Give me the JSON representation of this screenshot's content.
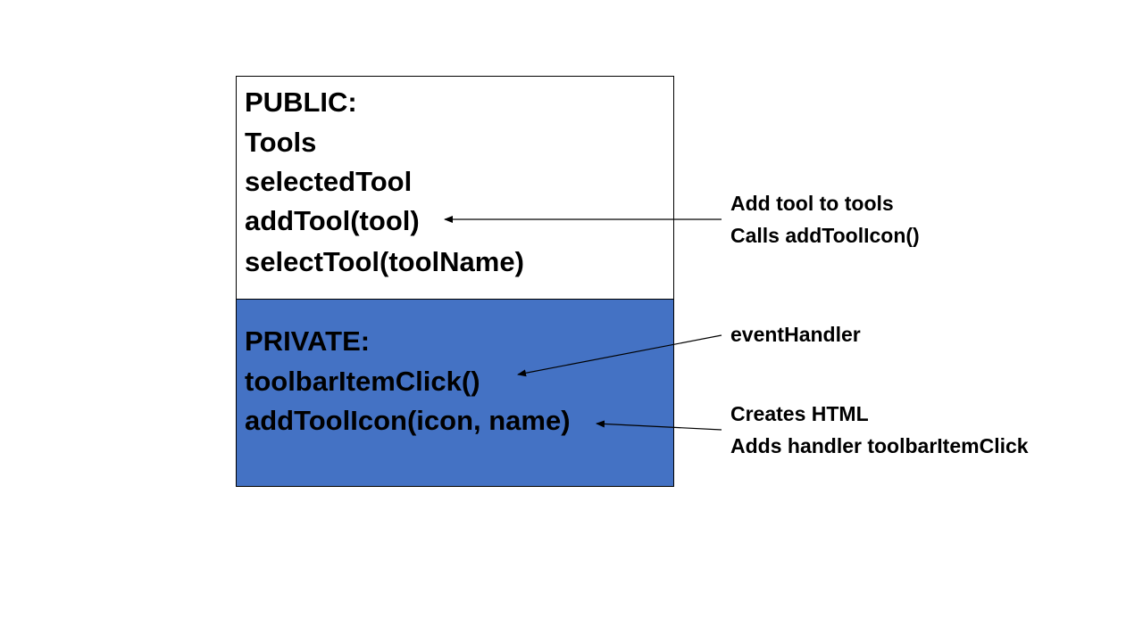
{
  "class_box": {
    "public": {
      "header": "PUBLIC:",
      "members": [
        "Tools",
        "selectedTool",
        "addTool(tool)",
        "selectTool(toolName)"
      ]
    },
    "private": {
      "header": "PRIVATE:",
      "members": [
        "toolbarItemClick()",
        "addToolIcon(icon, name)"
      ],
      "fill_color": "#4472c4"
    }
  },
  "annotations": {
    "add_tool": [
      "Add tool to tools",
      "Calls addToolIcon()"
    ],
    "toolbar_item_click": [
      "eventHandler"
    ],
    "add_tool_icon": [
      "Creates HTML",
      "Adds handler toolbarItemClick"
    ]
  }
}
